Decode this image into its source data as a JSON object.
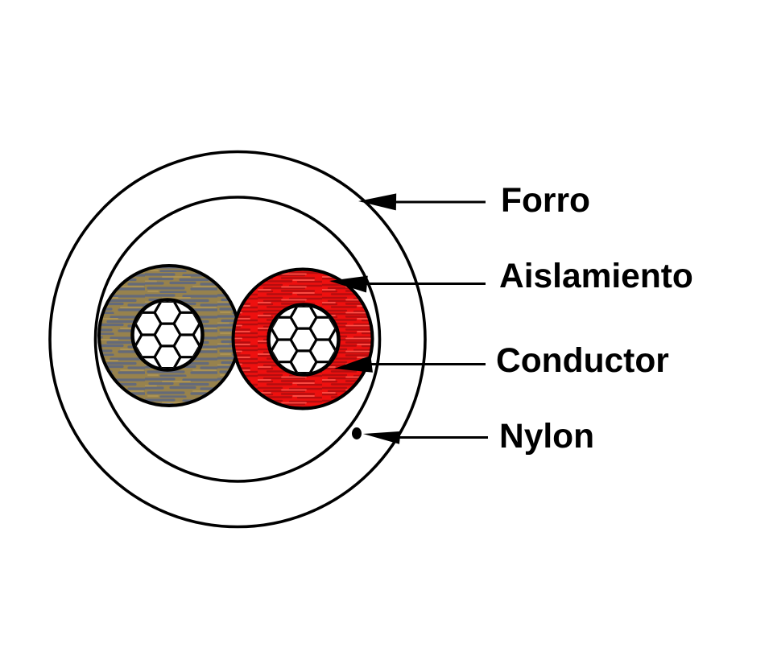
{
  "diagram": {
    "labels": [
      {
        "id": "forro",
        "text": "Forro"
      },
      {
        "id": "aislamiento",
        "text": "Aislamiento"
      },
      {
        "id": "conductor",
        "text": "Conductor"
      },
      {
        "id": "nylon",
        "text": "Nylon"
      }
    ],
    "strand_cells_per_conductor": 7,
    "colors": {
      "background": "#ffffff",
      "outline": "#000000",
      "left_insulation_base": "#97824d",
      "left_insulation_grain_dark": "#646a7a",
      "left_insulation_grain_light": "#ab9253",
      "right_insulation_base": "#ee100f",
      "right_insulation_grain_dark": "#b50d0f",
      "right_insulation_grain_light": "#ff5148"
    }
  }
}
